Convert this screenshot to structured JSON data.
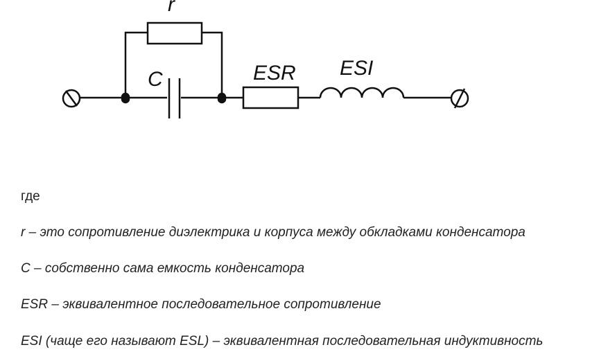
{
  "diagram": {
    "label_r": "r",
    "label_c": "C",
    "label_esr": "ESR",
    "label_esi": "ESI"
  },
  "text": {
    "intro": "где",
    "lines": [
      "r – это сопротивление диэлектрика  и корпуса между обкладками конденсатора",
      "C – собственно сама емкость конденсатора",
      "ESR – эквивалентное последовательное сопротивление",
      "ESI (чаще его называют ESL)  – эквивалентная последовательная индуктивность"
    ]
  }
}
